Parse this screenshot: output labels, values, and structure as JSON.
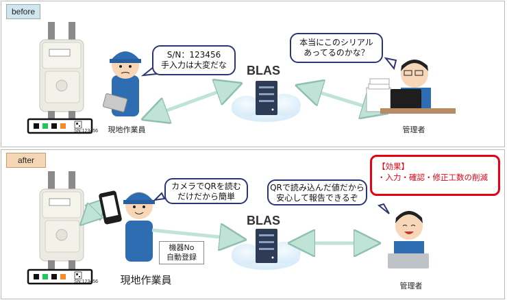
{
  "before": {
    "tag": "before",
    "meter_sn_label": "SN:123456",
    "worker_bubble_line1": "S/N：123456",
    "worker_bubble_line2": "手入力は大変だな",
    "worker_label": "現地作業員",
    "server_label": "BLAS",
    "manager_bubble_line1": "本当にこのシリアル",
    "manager_bubble_line2": "あってるのかな？",
    "manager_label": "管理者"
  },
  "after": {
    "tag": "after",
    "meter_sn_label": "SN:123456",
    "worker_bubble_line1": "カメラでQRを読む",
    "worker_bubble_line2": "だけだから簡単",
    "note_line1": "機器No",
    "note_line2": "自動登録",
    "worker_label": "現地作業員",
    "server_label": "BLAS",
    "manager_bubble_line1": "QRで読み込んだ値だから",
    "manager_bubble_line2": "安心して報告できるぞ",
    "manager_label": "管理者",
    "effect_title": "【効果】",
    "effect_item": "・入力・確認・修正工数の削減"
  },
  "colors": {
    "bubble_border": "#2d3474",
    "arrow": "#bfe3d6",
    "effect_red": "#e60012",
    "worker_blue": "#2f6db3",
    "server": "#2e3b55"
  }
}
